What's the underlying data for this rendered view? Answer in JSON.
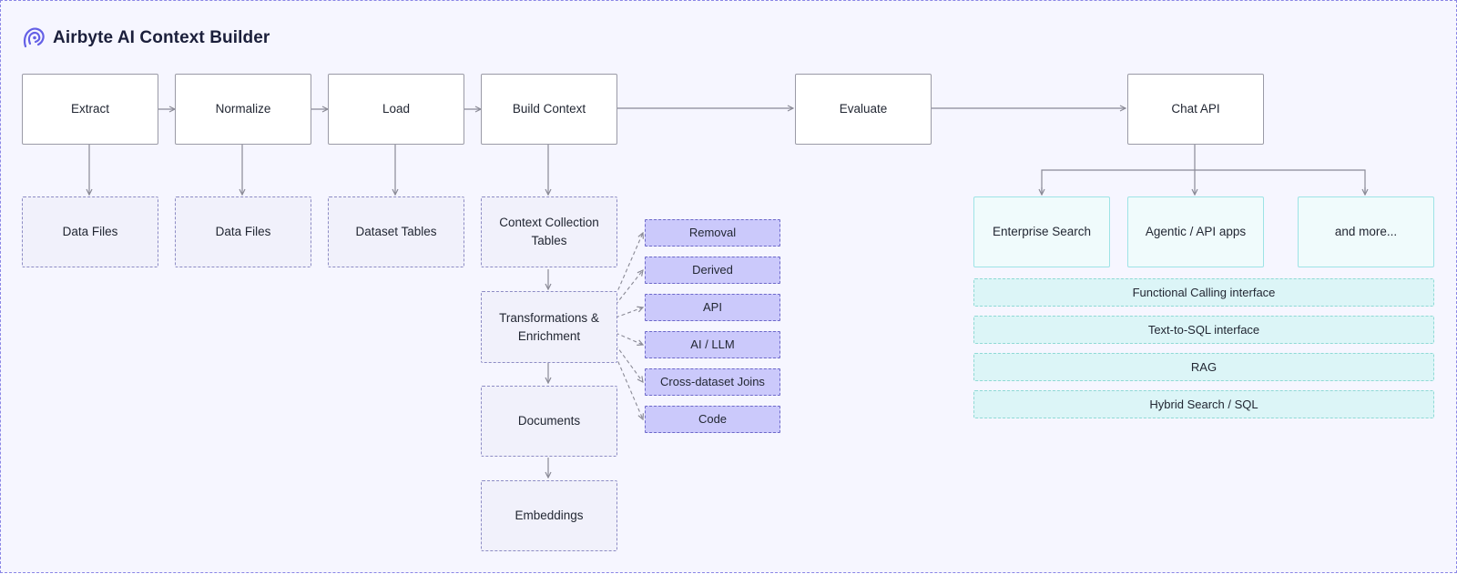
{
  "header": {
    "title": "Airbyte AI Context Builder",
    "logo_icon": "airbyte-logo-icon",
    "accent_color": "#6460e6"
  },
  "pipeline": [
    {
      "key": "extract",
      "label": "Extract"
    },
    {
      "key": "normalize",
      "label": "Normalize"
    },
    {
      "key": "load",
      "label": "Load"
    },
    {
      "key": "build-context",
      "label": "Build Context"
    },
    {
      "key": "evaluate",
      "label": "Evaluate"
    },
    {
      "key": "chat-api",
      "label": "Chat API"
    }
  ],
  "outputs": [
    {
      "key": "extract-output",
      "label": "Data Files"
    },
    {
      "key": "normalize-output",
      "label": "Data Files"
    },
    {
      "key": "load-output",
      "label": "Dataset Tables"
    }
  ],
  "context_steps": [
    {
      "key": "context-collection-tables",
      "label": "Context Collection\nTables"
    },
    {
      "key": "transformations",
      "label": "Transformations &\nEnrichment"
    },
    {
      "key": "documents",
      "label": "Documents"
    },
    {
      "key": "embeddings",
      "label": "Embeddings"
    }
  ],
  "transform_types": [
    "Removal",
    "Derived",
    "API",
    "AI / LLM",
    "Cross-dataset Joins",
    "Code"
  ],
  "apps": [
    "Enterprise Search",
    "Agentic / API apps",
    "and more..."
  ],
  "interfaces": [
    "Functional Calling interface",
    "Text-to-SQL interface",
    "RAG",
    "Hybrid Search / SQL"
  ]
}
